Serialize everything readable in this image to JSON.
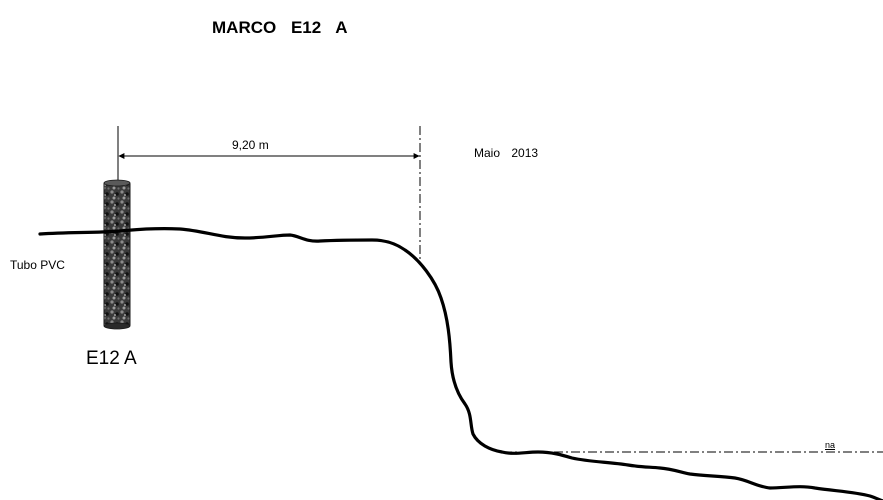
{
  "title": "MARCO   E12 A",
  "dimension_label": "9,20 m",
  "date_label": "Maio   2013",
  "pipe_label": "Tubo PVC",
  "marker_label": "E12 A",
  "water_level_label": "na",
  "colors": {
    "line": "#000000",
    "pipe_base": "#3a3a3a",
    "pipe_speckle_dark": "#111111",
    "pipe_speckle_light": "#8a8a8a"
  }
}
